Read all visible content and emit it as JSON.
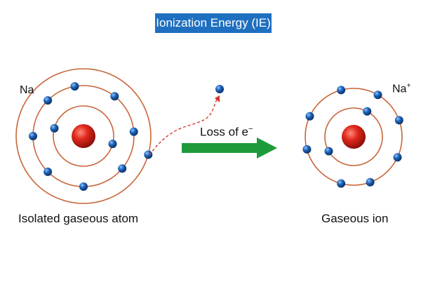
{
  "title": "Ionization Energy (IE)",
  "atom": {
    "symbol": "Na",
    "caption": "Isolated gaseous atom",
    "shells": [
      {
        "ring": "inner",
        "electrons": 2
      },
      {
        "ring": "middle",
        "electrons": 8
      },
      {
        "ring": "outer",
        "electrons": 1
      }
    ]
  },
  "ion": {
    "symbol": "Na",
    "charge": "+",
    "caption": "Gaseous ion",
    "shells": [
      {
        "ring": "inner",
        "electrons": 2
      },
      {
        "ring": "middle",
        "electrons": 8
      }
    ]
  },
  "process": {
    "label_prefix": "Loss of e",
    "label_charge": "−"
  },
  "colors": {
    "title_bg": "#1f6fc0",
    "orbit": "#c8663a",
    "nucleus": "#e0281c",
    "electron": "#1e63b8",
    "arrow": "#1e9a3a",
    "path": "#d63a2e"
  },
  "icons": {
    "arrow": "right-arrow-icon",
    "electron": "electron-icon",
    "nucleus": "nucleus-icon"
  }
}
